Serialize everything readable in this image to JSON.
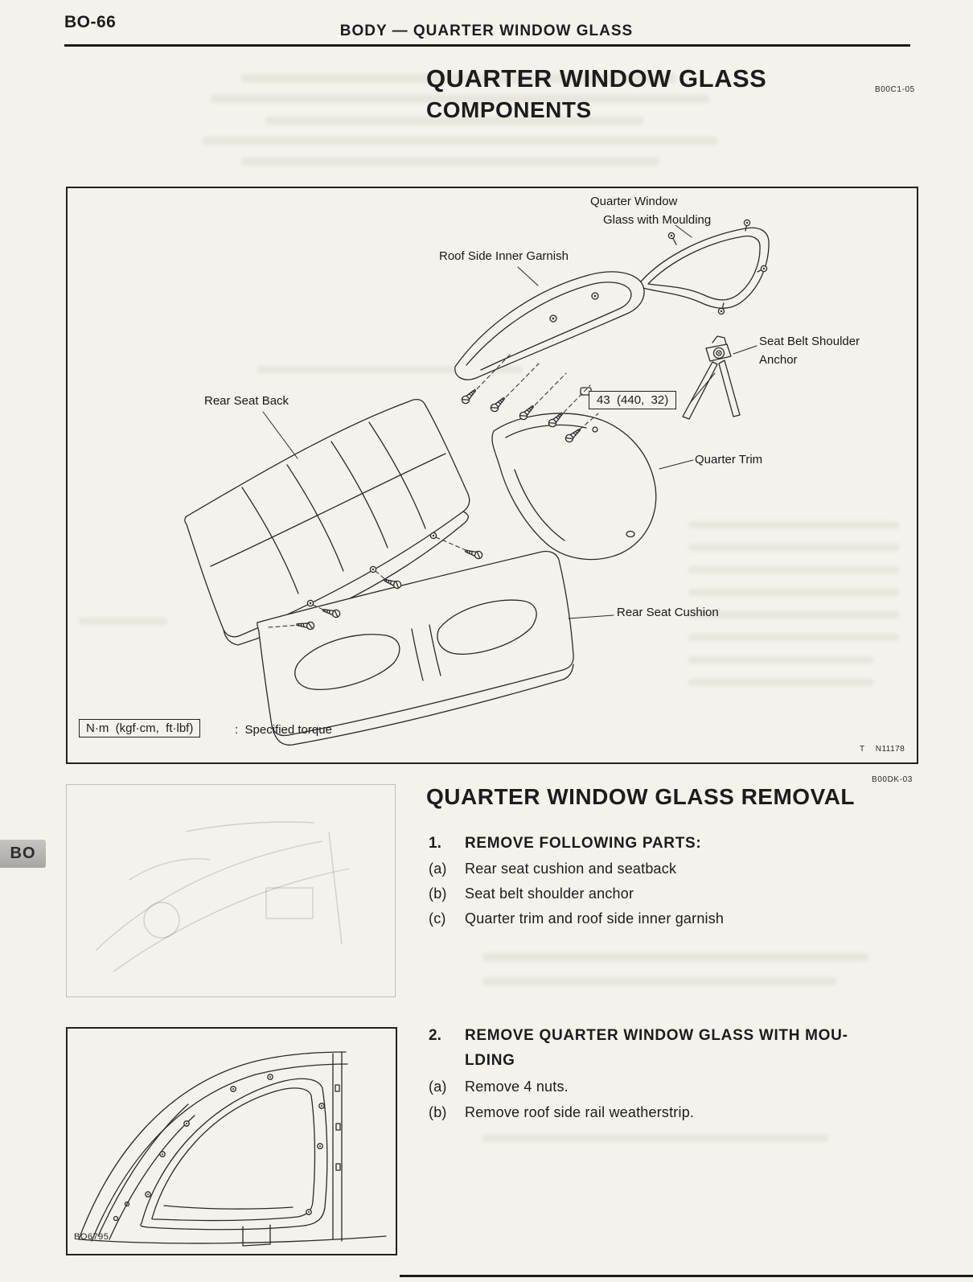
{
  "header": {
    "page_number": "BO-66",
    "title": "BODY — QUARTER WINDOW GLASS"
  },
  "components": {
    "title_line1": "QUARTER WINDOW GLASS",
    "title_line2": "COMPONENTS",
    "code": "B00C1-05",
    "figure": {
      "label_quarter_window_line1": "Quarter Window",
      "label_quarter_window_line2": "Glass with Moulding",
      "label_roof_side_inner_garnish": "Roof Side Inner Garnish",
      "label_seat_belt_line1": "Seat Belt Shoulder",
      "label_seat_belt_line2": "Anchor",
      "label_rear_seat_back": "Rear Seat Back",
      "label_quarter_trim": "Quarter Trim",
      "label_rear_seat_cushion": "Rear Seat Cushion",
      "torque_spec": "43  (440,  32)",
      "legend_units": "N·m  (kgf·cm,  ft·lbf)",
      "legend_caption": ":  Specified torque",
      "ref_prefix": "T",
      "ref_code": "N11178"
    }
  },
  "removal": {
    "title": "QUARTER WINDOW GLASS REMOVAL",
    "code": "B00DK-03",
    "step1": {
      "number": "1.",
      "heading": "REMOVE FOLLOWING PARTS:",
      "items": [
        {
          "label": "(a)",
          "text": "Rear seat cushion and seatback"
        },
        {
          "label": "(b)",
          "text": "Seat belt shoulder anchor"
        },
        {
          "label": "(c)",
          "text": "Quarter trim and roof side inner garnish"
        }
      ]
    },
    "step2": {
      "number": "2.",
      "heading_line1": "REMOVE QUARTER WINDOW GLASS WITH MOU-",
      "heading_line2": "LDING",
      "items": [
        {
          "label": "(a)",
          "text": "Remove 4 nuts."
        },
        {
          "label": "(b)",
          "text": "Remove roof side rail weatherstrip."
        }
      ]
    },
    "figure_ref": "BO6795"
  },
  "side_tab": {
    "label": "BO"
  }
}
